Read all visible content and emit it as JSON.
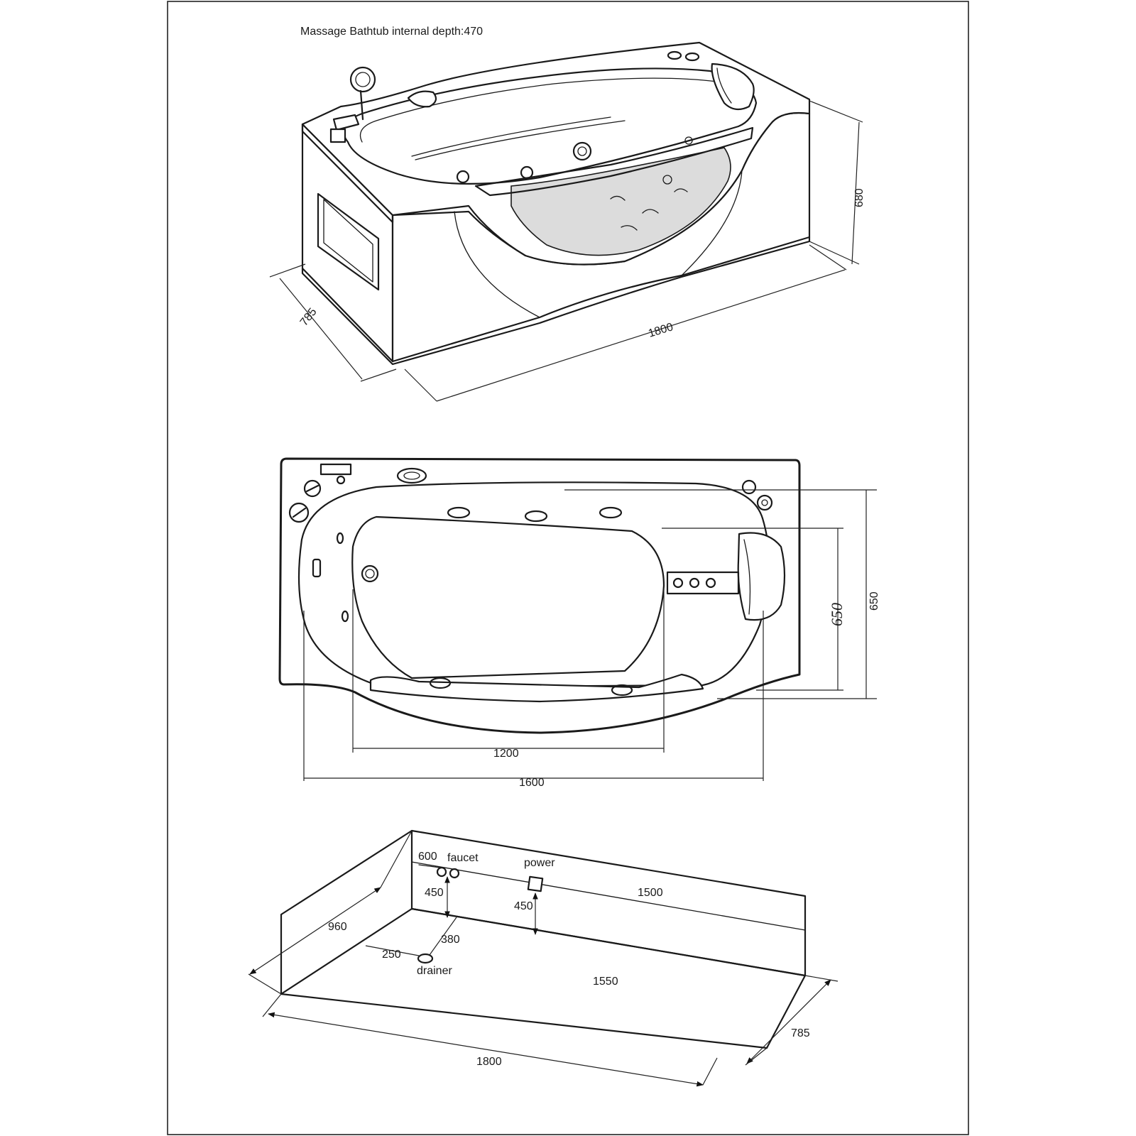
{
  "title": "Massage Bathtub internal depth:470",
  "iso_view": {
    "width_label": "785",
    "length_label": "1800",
    "height_label": "680"
  },
  "top_view": {
    "inner_length_label": "1200",
    "outer_length_label": "1600",
    "inner_width_label": "650",
    "outer_width_label": "650"
  },
  "installation_view": {
    "faucet_offset_label": "600",
    "faucet_label": "faucet",
    "faucet_height_label": "450",
    "power_label": "power",
    "power_height_label": "450",
    "power_offset_label": "1500",
    "side_depth_label": "960",
    "drainer_offset_a_label": "380",
    "drainer_offset_b_label": "250",
    "drainer_label": "drainer",
    "back_length_label": "1550",
    "front_length_label": "1800",
    "width_label": "785"
  }
}
